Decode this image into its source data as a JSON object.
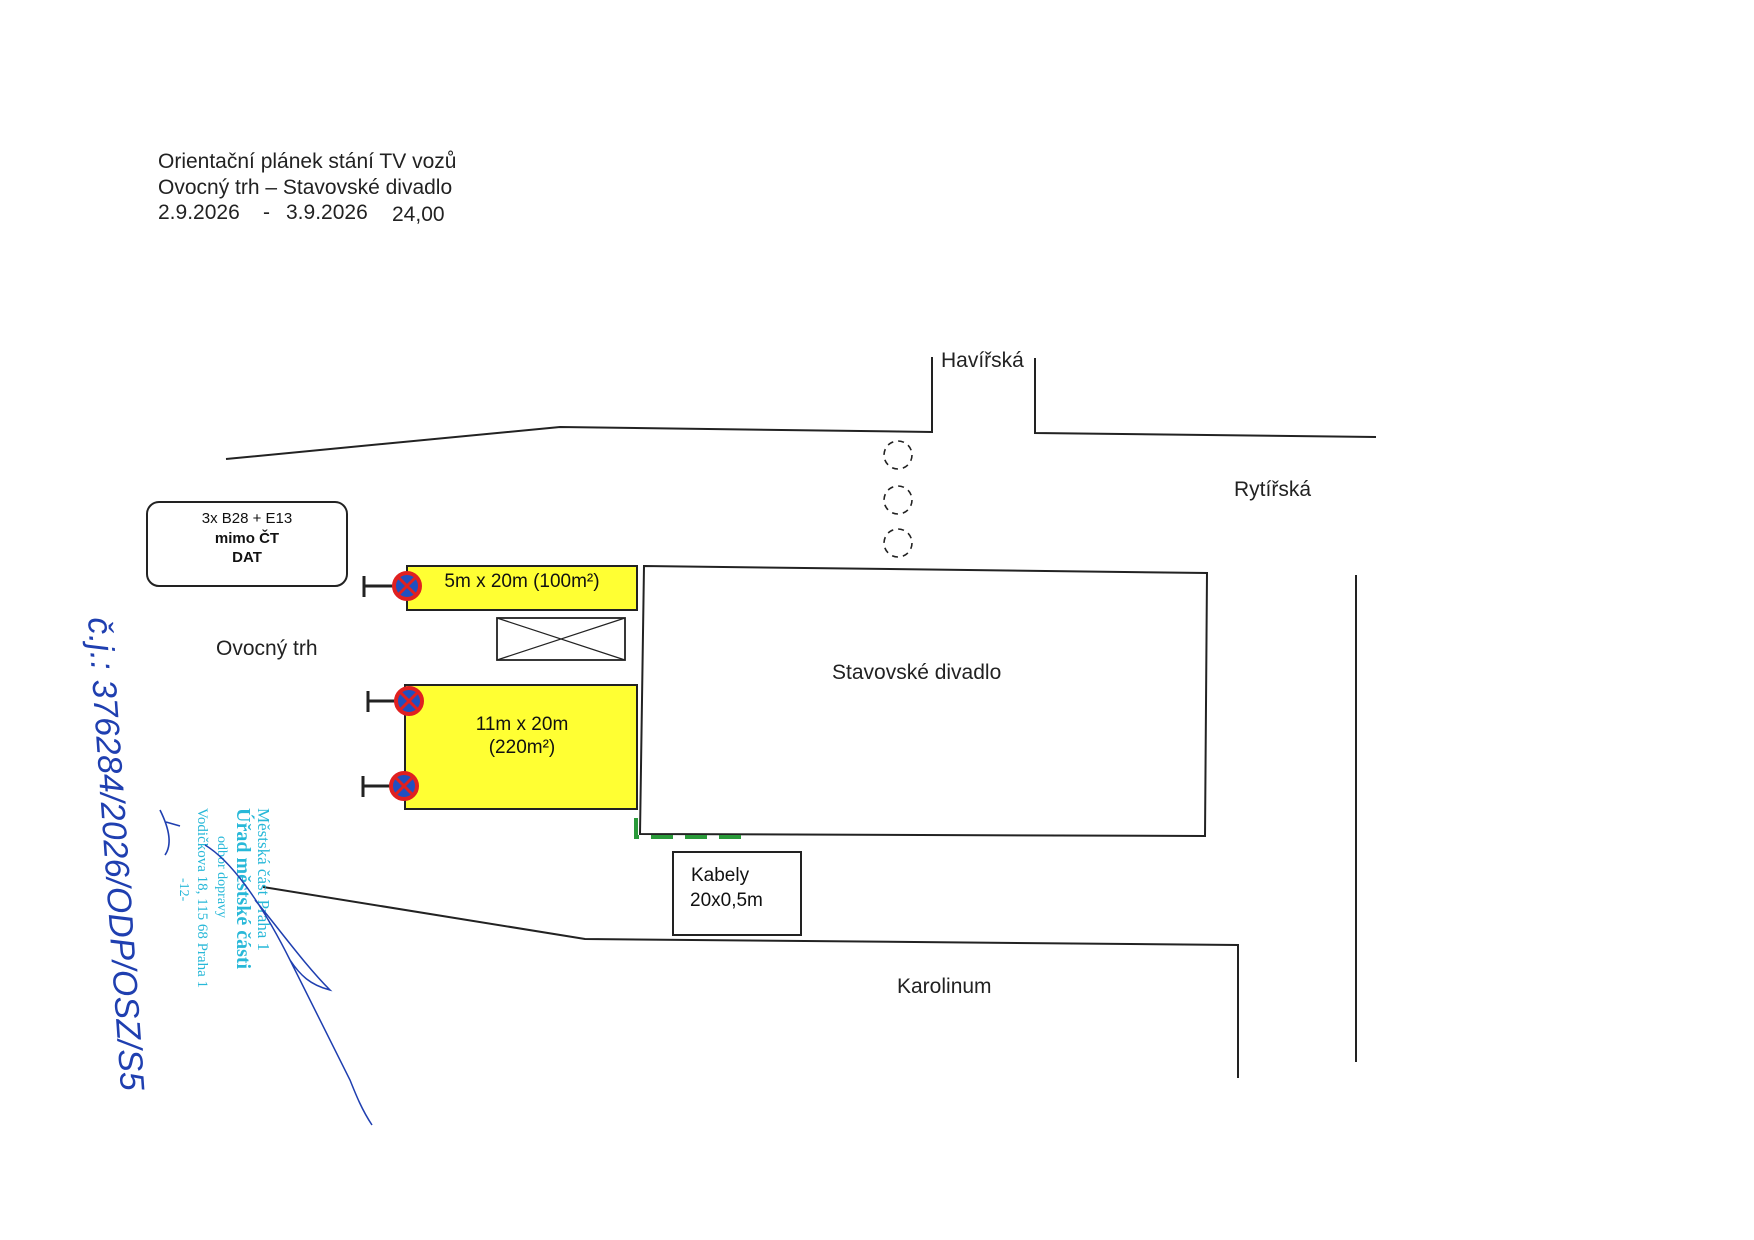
{
  "header": {
    "line1": "Orientační plánek stání TV vozů",
    "line2": "Ovocný trh – Stavovské divadlo",
    "line3_start": "2.9.2026",
    "line3_sep": "-",
    "line3_end": "3.9.2026",
    "line3_time": "24,00"
  },
  "streets": {
    "haviřska": "Havířská",
    "rytirska": "Rytířská",
    "ovocny_trh": "Ovocný trh",
    "karolinum": "Karolinum"
  },
  "building": {
    "name": "Stavovské divadlo"
  },
  "info_box": {
    "line1": "3x B28 + E13",
    "line2": "mimo ČT",
    "line3": "DAT"
  },
  "zones": {
    "zone_small": "5m x 20m (100m²)",
    "zone_large_line1": "11m x 20m",
    "zone_large_line2": "(220m²)",
    "fill_color": "#ffff33"
  },
  "cables": {
    "line1": "Kabely",
    "line2": "20x0,5m",
    "route_color": "#2a9a3a"
  },
  "signs": {
    "count": 3,
    "type": "no-stopping-sign",
    "ring_color": "#e02020",
    "fill_color": "#2050c0"
  },
  "bollards": {
    "count": 3
  },
  "stamp": {
    "line1": "Městská část Praha 1",
    "line2": "Úřad městské části",
    "line3": "odbor dopravy",
    "line4": "Vodičkova 18, 115 68 Praha 1",
    "line5": "-12-",
    "color": "#28b8d8"
  },
  "reference": {
    "text": "č.j.: 376284/2026/ODP/OSZ/S5",
    "color": "#1f3fb0"
  }
}
